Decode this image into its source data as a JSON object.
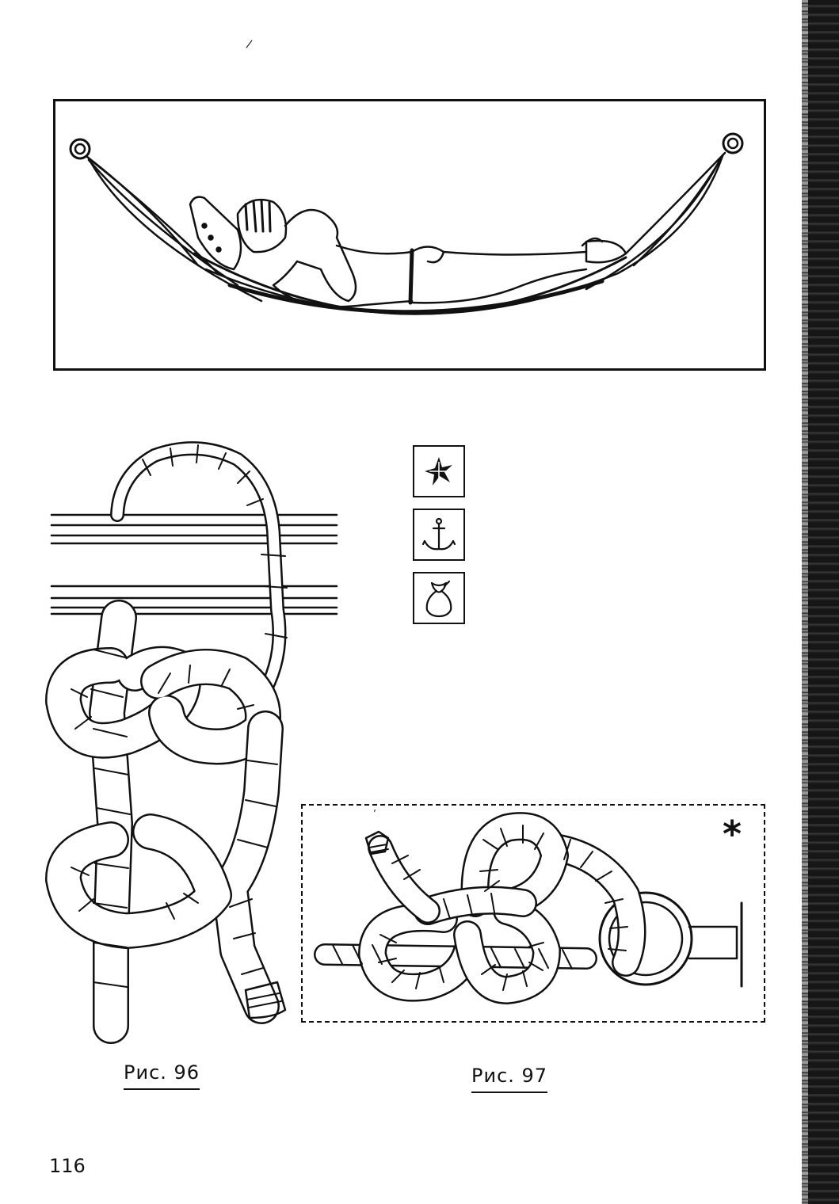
{
  "page": {
    "page_number": "116",
    "stray_mark": "/",
    "stray_mark_2": "ʼ"
  },
  "figure_96": {
    "caption": "Рис. 96"
  },
  "figure_97": {
    "caption": "Рис. 97",
    "marker": "*"
  },
  "legend_icons": [
    {
      "icon": "compass-star-icon"
    },
    {
      "icon": "anchor-icon"
    },
    {
      "icon": "sack-icon"
    }
  ],
  "illustrations": {
    "top": "hammock-icon",
    "left": "rope-knot-96-icon",
    "right": "rope-knot-97-icon"
  }
}
